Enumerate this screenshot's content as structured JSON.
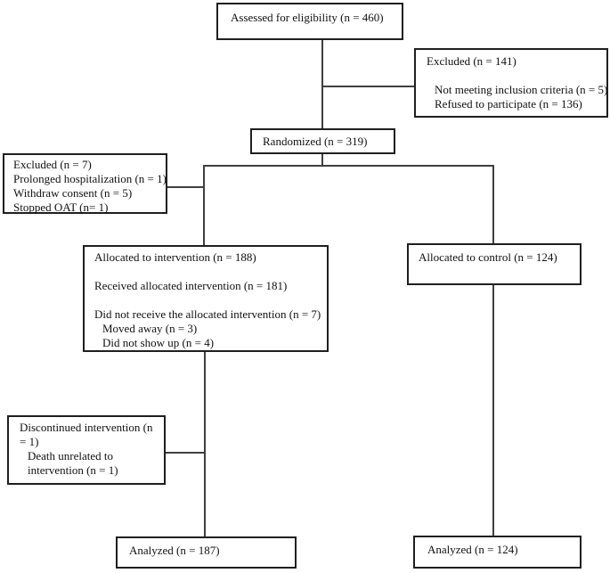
{
  "colors": {
    "background": "#ffffff",
    "box_border": "#1f1f1f",
    "connector_line": "#3f3f3f",
    "text": "#111111"
  },
  "boxes": {
    "assessed": {
      "lines": [
        "Assessed for eligibility (n = 460)"
      ]
    },
    "excluded_right": {
      "lines": [
        "Excluded (n = 141)",
        "Not meeting inclusion criteria (n = 5)",
        "Refused to participate (n = 136)"
      ]
    },
    "randomized": {
      "lines": [
        "Randomized (n = 319)"
      ]
    },
    "excluded_left": {
      "lines": [
        "Excluded (n = 7)",
        "Prolonged hospitalization (n = 1)",
        "Withdraw consent (n = 5)",
        "Stopped OAT (n= 1)"
      ]
    },
    "intervention": {
      "lines": [
        "Allocated to intervention (n = 188)",
        "Received allocated intervention (n = 181)",
        "Did not receive the allocated intervention (n = 7)",
        "Moved away (n = 3)",
        "Did not show up (n = 4)"
      ]
    },
    "control": {
      "lines": [
        "Allocated to control (n = 124)"
      ]
    },
    "discontinued": {
      "lines": [
        "Discontinued intervention (n = 1)",
        "Death unrelated to intervention (n = 1)"
      ]
    },
    "analyzed_intervention": {
      "lines": [
        "Analyzed (n = 187)"
      ]
    },
    "analyzed_control": {
      "lines": [
        "Analyzed (n = 124)"
      ]
    }
  }
}
